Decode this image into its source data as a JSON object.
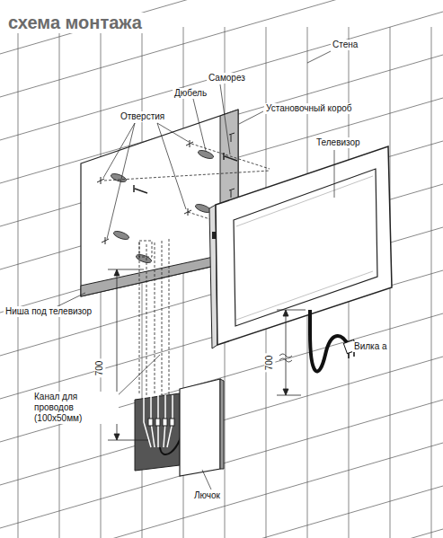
{
  "diagram": {
    "title": "схема монтажа",
    "labels": [
      "Стена",
      "Саморез",
      "Дюбель",
      "Отверстия",
      "Установочный короб",
      "Телевизор",
      "Ниша под телевизор",
      "700",
      "700",
      "Канал для проводов (100x50мм)",
      "Вилка а",
      "Лючок"
    ]
  }
}
